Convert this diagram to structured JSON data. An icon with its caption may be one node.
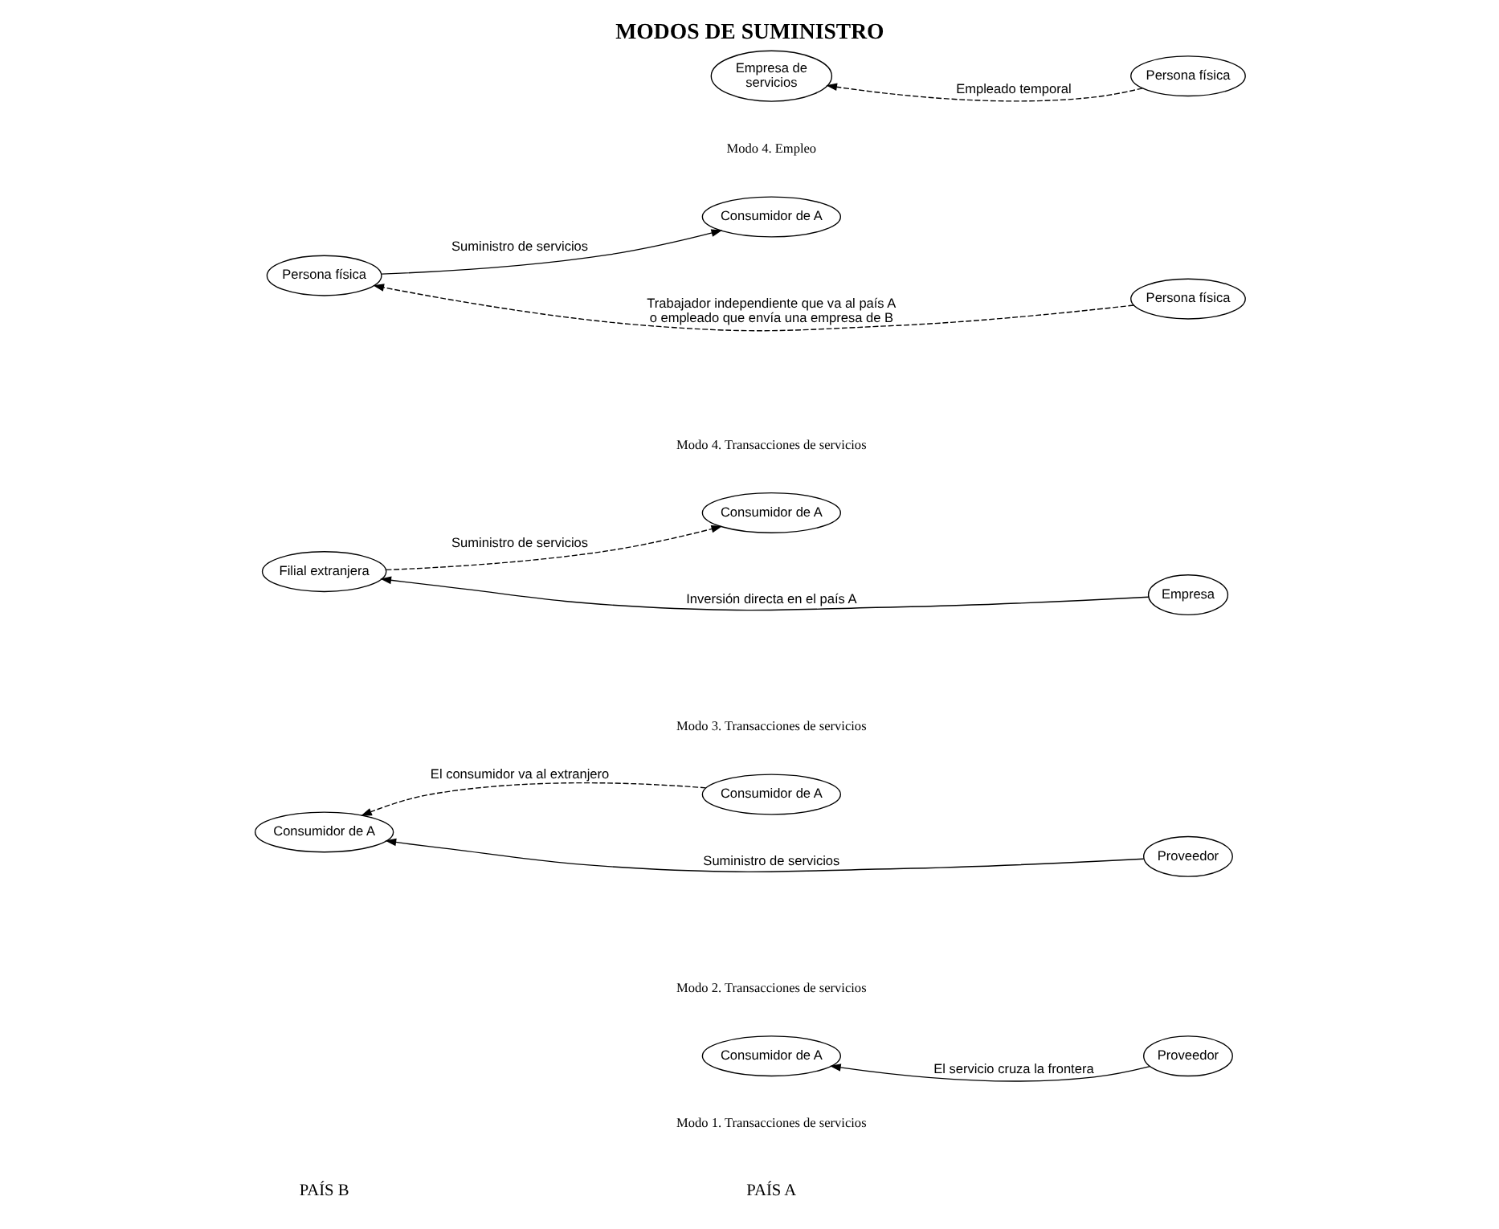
{
  "diagram": {
    "title": "MODOS DE SUMINISTRO",
    "nodes": [
      {
        "text": [
          "Consumidor de A"
        ]
      },
      {
        "text": [
          "Proveedor"
        ]
      },
      {
        "text": [
          "Consumidor de A"
        ]
      },
      {
        "text": [
          "Consumidor de A"
        ]
      },
      {
        "text": [
          "Proveedor"
        ]
      },
      {
        "text": [
          "Consumidor de A"
        ]
      },
      {
        "text": [
          "Filial extranjera"
        ]
      },
      {
        "text": [
          "Empresa"
        ]
      },
      {
        "text": [
          "Consumidor de A"
        ]
      },
      {
        "text": [
          "Persona física"
        ]
      },
      {
        "text": [
          "Persona física"
        ]
      },
      {
        "text": [
          "Empresa de servicios"
        ]
      },
      {
        "text": [
          "Persona física"
        ]
      }
    ],
    "edges": [
      {
        "from": 1,
        "to": 0,
        "arrow": "to",
        "label": "El servicio cruza la frontera"
      },
      {
        "from": 2,
        "to": 3,
        "arrow": "to",
        "style": "dashed",
        "label": "El consumidor va al extranjero"
      },
      {
        "from": 4,
        "to": 3,
        "arrow": "to",
        "label": "Suministro de servicios"
      },
      {
        "from": 7,
        "to": 6,
        "arrow": "to",
        "label": "Inversión directa en el país A"
      },
      {
        "from": 6,
        "to": 5,
        "arrow": "to",
        "style": "dashed",
        "label": "Suministro de servicios"
      },
      {
        "from": 10,
        "to": 9,
        "arrow": "to",
        "style": "dashed",
        "label": "Trabajador independiente que va al país A o empleado que envía una empresa de B"
      },
      {
        "from": 9,
        "to": 8,
        "arrow": "to",
        "label": "Suministro de servicios"
      },
      {
        "from": 12,
        "to": 11,
        "arrow": "to",
        "style": "dashed",
        "label": "Empleado temporal"
      }
    ],
    "labels": [
      "PAÍS A",
      "PAÍS B",
      "Modo 1. Transacciones de servicios",
      "Modo 2. Transacciones de servicios",
      "Modo 3. Transacciones de servicios",
      "Modo 4. Transacciones de servicios",
      "Modo 4. Empleo"
    ]
  }
}
